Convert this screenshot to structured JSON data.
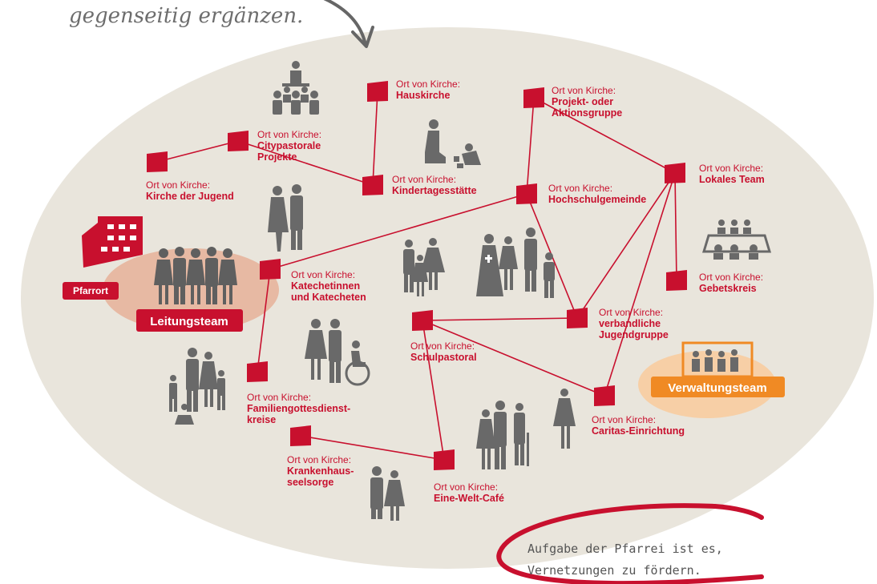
{
  "tagline": "gegenseitig ergänzen.",
  "caption": {
    "line1": "Aufgabe der Pfarrei ist es,",
    "line2": "Vernetzungen zu fördern."
  },
  "colors": {
    "background_oval": "#e9e5dc",
    "accent_red": "#c8102e",
    "figure_gray": "#696969",
    "orange": "#f08a24",
    "peach": "#e7b9a3",
    "light_orange": "#f7cfa6"
  },
  "badges": {
    "pfarrort": "Pfarrort",
    "leitungsteam": "Leitungsteam",
    "verwaltungsteam": "Verwaltungsteam"
  },
  "nodes": [
    {
      "id": "citypastoral",
      "prefix": "Ort von Kirche:",
      "lines": [
        "Citypastorale",
        "Projekte"
      ]
    },
    {
      "id": "hauskirche",
      "prefix": "Ort von Kirche:",
      "lines": [
        "Hauskirche"
      ]
    },
    {
      "id": "projekt",
      "prefix": "Ort von Kirche:",
      "lines": [
        "Projekt- oder",
        "Aktionsgruppe"
      ]
    },
    {
      "id": "jugend",
      "prefix": "Ort von Kirche:",
      "lines": [
        "Kirche der Jugend"
      ]
    },
    {
      "id": "kita",
      "prefix": "Ort von Kirche:",
      "lines": [
        "Kindertagesstätte"
      ]
    },
    {
      "id": "hochschul",
      "prefix": "Ort von Kirche:",
      "lines": [
        "Hochschulgemeinde"
      ]
    },
    {
      "id": "lokal",
      "prefix": "Ort von Kirche:",
      "lines": [
        "Lokales Team"
      ]
    },
    {
      "id": "katech",
      "prefix": "Ort von Kirche:",
      "lines": [
        "Katechetinnen",
        "und Katecheten"
      ]
    },
    {
      "id": "gebet",
      "prefix": "Ort von Kirche:",
      "lines": [
        "Gebetskreis"
      ]
    },
    {
      "id": "verband",
      "prefix": "Ort von Kirche:",
      "lines": [
        "verbandliche",
        "Jugendgruppe"
      ]
    },
    {
      "id": "schul",
      "prefix": "Ort von Kirche:",
      "lines": [
        "Schulpastoral"
      ]
    },
    {
      "id": "familien",
      "prefix": "Ort von Kirche:",
      "lines": [
        "Familiengottesdienst-",
        "kreise"
      ]
    },
    {
      "id": "caritas",
      "prefix": "Ort von Kirche:",
      "lines": [
        "Caritas-Einrichtung"
      ]
    },
    {
      "id": "kranken",
      "prefix": "Ort von Kirche:",
      "lines": [
        "Krankenhaus-",
        "seelsorge"
      ]
    },
    {
      "id": "eineWelt",
      "prefix": "Ort von Kirche:",
      "lines": [
        "Eine-Welt-Café"
      ]
    }
  ],
  "edges": [
    [
      "jugend",
      "citypastoral"
    ],
    [
      "citypastoral",
      "kita"
    ],
    [
      "hauskirche",
      "kita"
    ],
    [
      "projekt",
      "hochschul"
    ],
    [
      "projekt",
      "lokal"
    ],
    [
      "hochschul",
      "katech"
    ],
    [
      "hochschul",
      "verband"
    ],
    [
      "lokal",
      "gebet"
    ],
    [
      "lokal",
      "verband"
    ],
    [
      "lokal",
      "caritas"
    ],
    [
      "katech",
      "familien"
    ],
    [
      "schul",
      "verband"
    ],
    [
      "schul",
      "caritas"
    ],
    [
      "schul",
      "eineWelt"
    ],
    [
      "kranken",
      "eineWelt"
    ]
  ]
}
